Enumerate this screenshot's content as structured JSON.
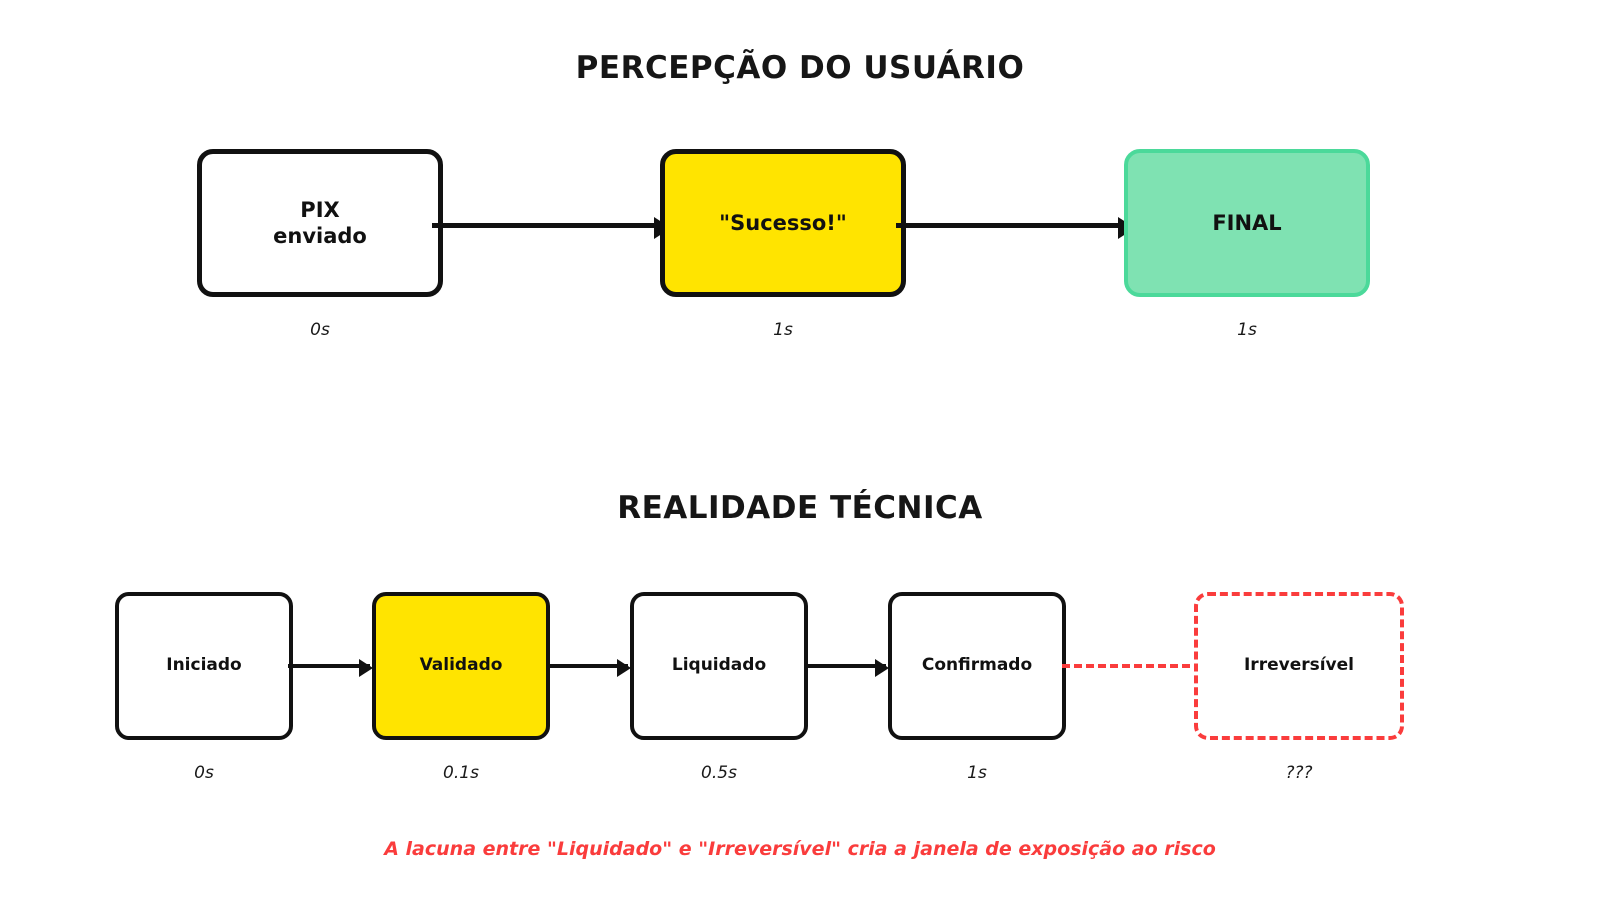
{
  "colors": {
    "background": "#ffffff",
    "ink": "#111111",
    "highlight_yellow": "#FFE400",
    "final_green": "#7FE2B2",
    "final_green_border": "#4BD99A",
    "risk_red": "#FA3C3C"
  },
  "sections": {
    "perception": {
      "title": "PERCEPÇÃO DO USUÁRIO",
      "nodes": [
        {
          "id": "pix-enviado",
          "line1": "PIX",
          "line2": "enviado",
          "time": "0s",
          "style": "white"
        },
        {
          "id": "sucesso",
          "line1": "\"Sucesso!\"",
          "line2": "",
          "time": "1s",
          "style": "yellow"
        },
        {
          "id": "final",
          "line1": "FINAL",
          "line2": "",
          "time": "1s",
          "style": "green"
        }
      ]
    },
    "reality": {
      "title": "REALIDADE TÉCNICA",
      "nodes": [
        {
          "id": "iniciado",
          "label": "Iniciado",
          "time": "0s",
          "style": "white"
        },
        {
          "id": "validado",
          "label": "Validado",
          "time": "0.1s",
          "style": "yellow"
        },
        {
          "id": "liquidado",
          "label": "Liquidado",
          "time": "0.5s",
          "style": "white"
        },
        {
          "id": "confirmado",
          "label": "Confirmado",
          "time": "1s",
          "style": "white"
        },
        {
          "id": "irreversivel",
          "label": "Irreversível",
          "time": "???",
          "style": "dashed-red"
        }
      ]
    }
  },
  "caption": "A lacuna entre \"Liquidado\" e \"Irreversível\" cria a janela de exposição ao risco"
}
